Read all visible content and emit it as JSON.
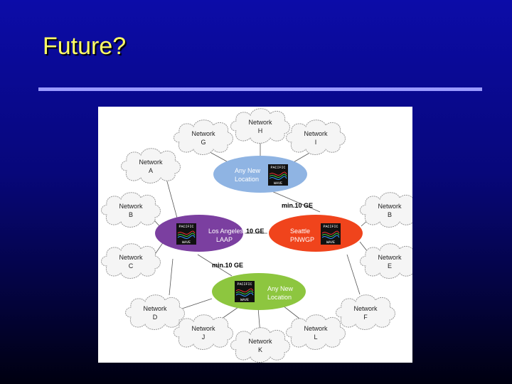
{
  "slide": {
    "title": "Future?"
  },
  "clouds": [
    {
      "id": "H",
      "line1": "Network",
      "line2": "H"
    },
    {
      "id": "G",
      "line1": "Network",
      "line2": "G"
    },
    {
      "id": "I",
      "line1": "Network",
      "line2": "I"
    },
    {
      "id": "A",
      "line1": "Network",
      "line2": "A"
    },
    {
      "id": "B-left",
      "line1": "Network",
      "line2": "B"
    },
    {
      "id": "B-right",
      "line1": "Network",
      "line2": "B"
    },
    {
      "id": "C",
      "line1": "Network",
      "line2": "C"
    },
    {
      "id": "E",
      "line1": "Network",
      "line2": "E"
    },
    {
      "id": "D",
      "line1": "Network",
      "line2": "D"
    },
    {
      "id": "F",
      "line1": "Network",
      "line2": "F"
    },
    {
      "id": "J",
      "line1": "Network",
      "line2": "J"
    },
    {
      "id": "L",
      "line1": "Network",
      "line2": "L"
    },
    {
      "id": "K",
      "line1": "Network",
      "line2": "K"
    }
  ],
  "nodes": {
    "top": {
      "line1": "Any New",
      "line2": "Location",
      "color": "#8fb4e3"
    },
    "la": {
      "line1": "Los Angeles",
      "line2": "LAAP",
      "color": "#7b3fa0"
    },
    "seattle": {
      "line1": "Seattle",
      "line2": "PNWGP",
      "color": "#f0441c"
    },
    "bottom": {
      "line1": "Any New",
      "line2": "Location",
      "color": "#8dc63f"
    }
  },
  "links": {
    "top_right": "min.10 GE",
    "middle": "10 GE",
    "bottom_left": "min.10 GE"
  },
  "logo": {
    "top": "PACIFIC",
    "bottom": "WAVE"
  }
}
